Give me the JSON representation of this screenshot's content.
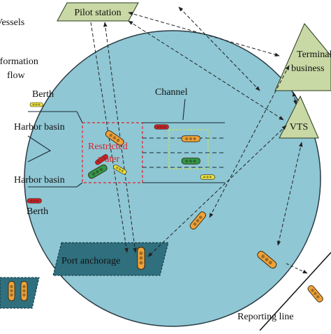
{
  "labels": {
    "vessels": "Vessels",
    "information_flow_line1": "Information",
    "information_flow_line2": "flow",
    "pilot_station": "Pilot station",
    "terminal_line1": "Terminal",
    "terminal_line2": "business",
    "vts": "VTS",
    "berth_top": "Berth",
    "berth_bottom": "Berth",
    "channel": "Channel",
    "harbor_basin_top": "Harbor basin",
    "harbor_basin_bottom": "Harbor basin",
    "restricted_line1": "Restricted",
    "restricted_line2": "water",
    "port_anchorage": "Port anchorage",
    "reporting_line": "Reporting line"
  },
  "colors": {
    "water": "#8fc7d4",
    "anchorage": "#2f6f7e",
    "station_fill": "#c9d9a6",
    "restricted_text": "#e0202a",
    "vessel_orange": "#f0a33a",
    "vessel_green": "#2e9a4a",
    "vessel_red": "#c8202a",
    "vessel_yellow": "#e8e040"
  }
}
